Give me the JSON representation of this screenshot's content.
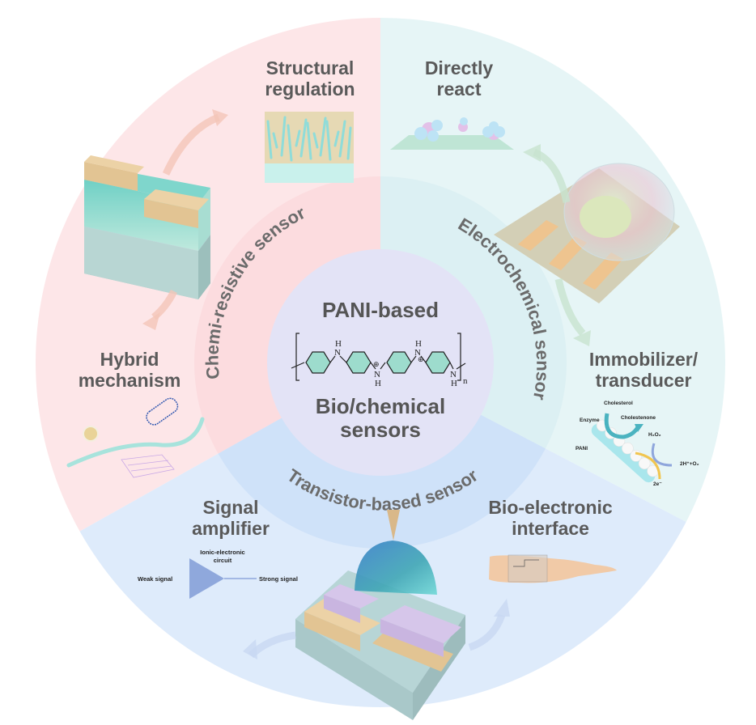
{
  "center": {
    "title_top": "PANI-based",
    "title_bottom_line1": "Bio/chemical",
    "title_bottom_line2": "sensors",
    "structure": {
      "name": "polyaniline repeat unit",
      "atoms": {
        "nh": "N",
        "h": "H",
        "plus": "⊕",
        "subscript": "n"
      }
    }
  },
  "ring_labels": {
    "chemiresistive": "Chemi-resistive sensor",
    "electrochemical": "Electrochemical sensor",
    "transistor": "Transistor-based sensor"
  },
  "segments": {
    "chemiresistive": {
      "color_outer": "#fde6e8",
      "color_ring": "#fcdcdf",
      "features": [
        {
          "line1": "Structural",
          "line2": "regulation"
        },
        {
          "line1": "Hybrid",
          "line2": "mechanism"
        }
      ]
    },
    "electrochemical": {
      "color_outer": "#e6f5f6",
      "color_ring": "#dcf0f3",
      "features": [
        {
          "line1": "Directly",
          "line2": "react"
        },
        {
          "line1": "Immobilizer/",
          "line2": "transducer"
        }
      ],
      "enzyme_diagram": {
        "substrate": "Cholesterol",
        "product": "Cholestenone",
        "enzyme_label": "Enzyme",
        "pani_label": "PANI",
        "h2o2": "H₂O₂",
        "products": "2H⁺+O₂",
        "electrons": "2e⁻"
      }
    },
    "transistor": {
      "color_outer": "#deebfb",
      "color_ring": "#cfe2f9",
      "features": [
        {
          "line1": "Signal",
          "line2": "amplifier"
        },
        {
          "line1": "Bio-electronic",
          "line2": "interface"
        }
      ],
      "amplifier_diagram": {
        "circuit_line1": "Ionic-electronic",
        "circuit_line2": "circuit",
        "input": "Weak signal",
        "output": "Strong signal"
      }
    }
  },
  "colors": {
    "center_fill": "#e3e3f6",
    "text_gray": "#5a5a5a",
    "pani_ring": "#7fcfc0",
    "electrode": "#e6c48f",
    "dielectric": "#c9b5e0",
    "substrate": "#b5d6d2"
  }
}
